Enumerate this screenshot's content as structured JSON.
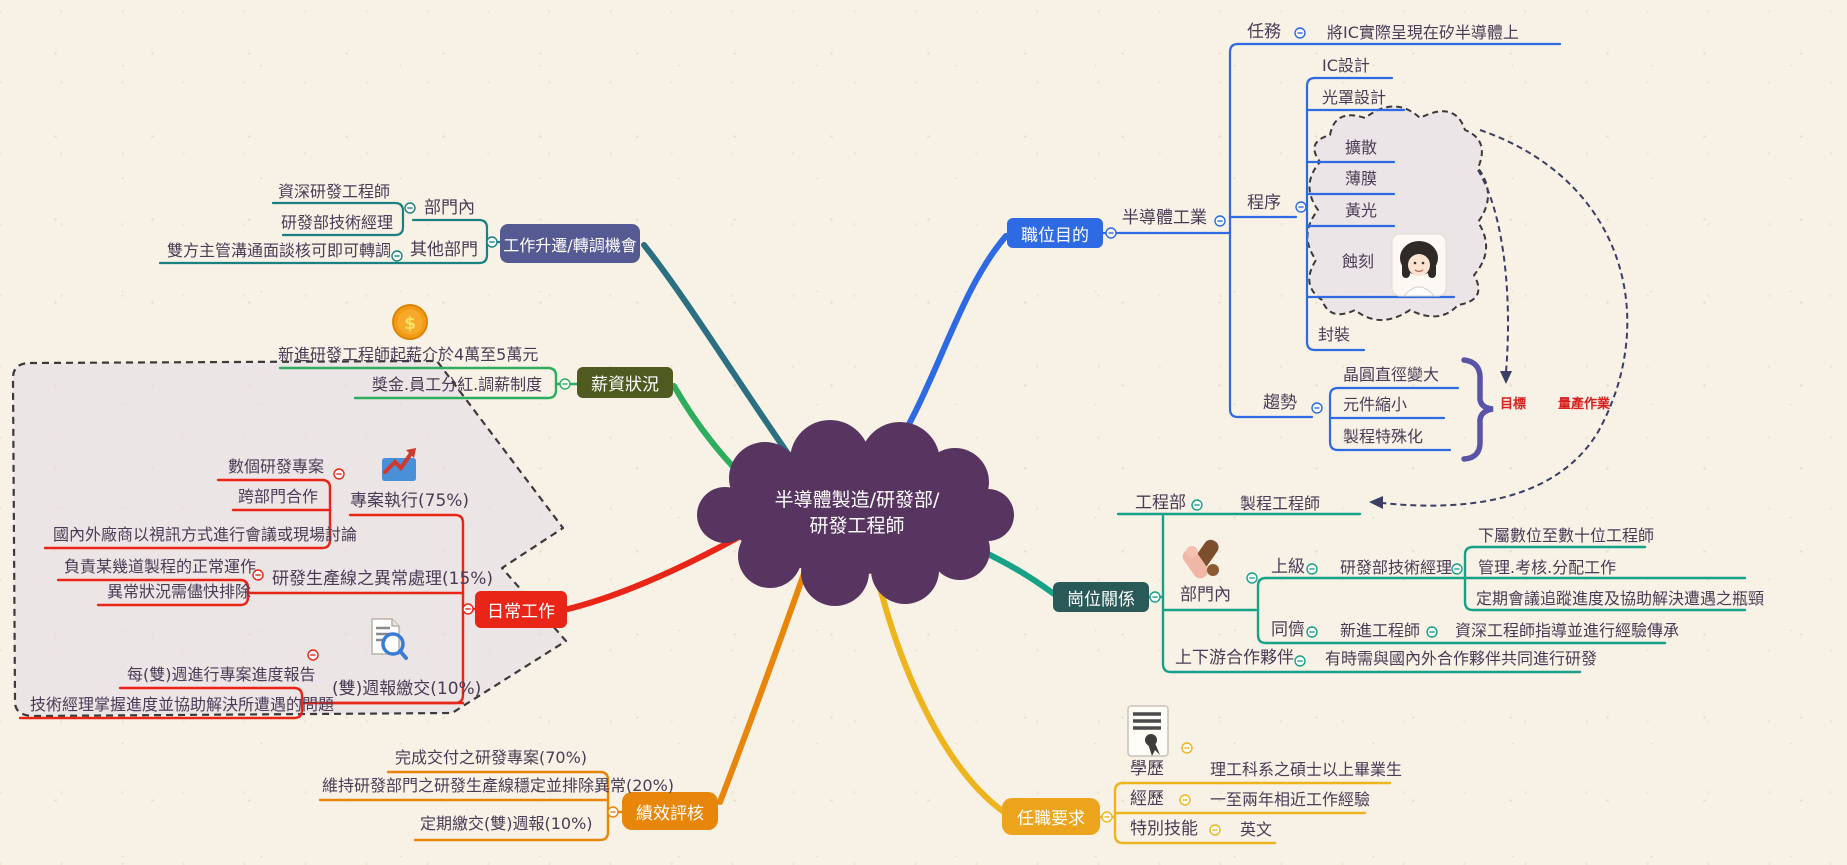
{
  "central": {
    "line1": "半導體製造/研發部/",
    "line2": "研發工程師"
  },
  "purpose": {
    "label": "職位目的",
    "industry": "半導體工業",
    "task_label": "任務",
    "task_value": "將IC實際呈現在矽半導體上",
    "process_label": "程序",
    "process_items": {
      "ic_design": "IC設計",
      "mask_design": "光罩設計",
      "diffusion": "擴散",
      "thin_film": "薄膜",
      "photo": "黃光",
      "etching": "蝕刻",
      "packaging": "封裝"
    },
    "trend_label": "趨勢",
    "trend_items": {
      "wafer": "晶圓直徑變大",
      "shrink": "元件縮小",
      "special": "製程特殊化"
    },
    "goal_note": "目標",
    "mass_production_note": "量產作業"
  },
  "relations": {
    "label": "崗位關係",
    "engineering_dept_label": "工程部",
    "engineering_dept_value": "製程工程師",
    "internal_label": "部門內",
    "superior_label": "上級",
    "superior_value": "研發部技術經理",
    "superior_details": [
      "下屬數位至數十位工程師",
      "管理.考核.分配工作",
      "定期會議追蹤進度及協助解決遭遇之瓶頸"
    ],
    "peer_label": "同儕",
    "peer_value": "新進工程師",
    "peer_detail": "資深工程師指導並進行經驗傳承",
    "partners_label": "上下游合作夥伴",
    "partners_value": "有時需與國內外合作夥伴共同進行研發"
  },
  "requirements": {
    "label": "任職要求",
    "education_label": "學歷",
    "education_value": "理工科系之碩士以上畢業生",
    "experience_label": "經歷",
    "experience_value": "一至兩年相近工作經驗",
    "skills_label": "特別技能",
    "skills_value": "英文"
  },
  "performance": {
    "label": "績效評核",
    "items": [
      "完成交付之研發專案(70%)",
      "維持研發部門之研發生產線穩定並排除異常(20%)",
      "定期繳交(雙)週報(10%)"
    ]
  },
  "daily": {
    "label": "日常工作",
    "project_label": "專案執行(75%)",
    "project_items": [
      "數個研發專案",
      "跨部門合作",
      "國內外廠商以視訊方式進行會議或現場討論"
    ],
    "abnormal_label": "研發生產線之異常處理(15%)",
    "abnormal_items": [
      "負責某幾道製程的正常運作",
      "異常狀況需儘快排除"
    ],
    "report_label": "(雙)週報繳交(10%)",
    "report_items": [
      "每(雙)週進行專案進度報告",
      "技術經理掌握進度並協助解決所遭遇的問題"
    ]
  },
  "salary": {
    "label": "薪資狀況",
    "items": [
      "新進研發工程師起薪介於4萬至5萬元",
      "獎金.員工分紅.調薪制度"
    ]
  },
  "promotion": {
    "label": "工作升遷/轉調機會",
    "internal_label": "部門內",
    "internal_items": [
      "資深研發工程師",
      "研發部技術經理"
    ],
    "other_label": "其他部門",
    "other_value": "雙方主管溝通面談核可即可轉調"
  },
  "colors": {
    "purpose_blue": "#2d6ae3",
    "relations_teal": "#17a288",
    "requirements_yellow": "#eeb41e",
    "performance_orange": "#e8860b",
    "daily_red": "#e92517",
    "salary_green": "#2ead5e",
    "promotion_teal": "#1a8080",
    "central_plum": "#583561",
    "note_red": "#d92020",
    "brace_purple": "#5a54a8"
  }
}
